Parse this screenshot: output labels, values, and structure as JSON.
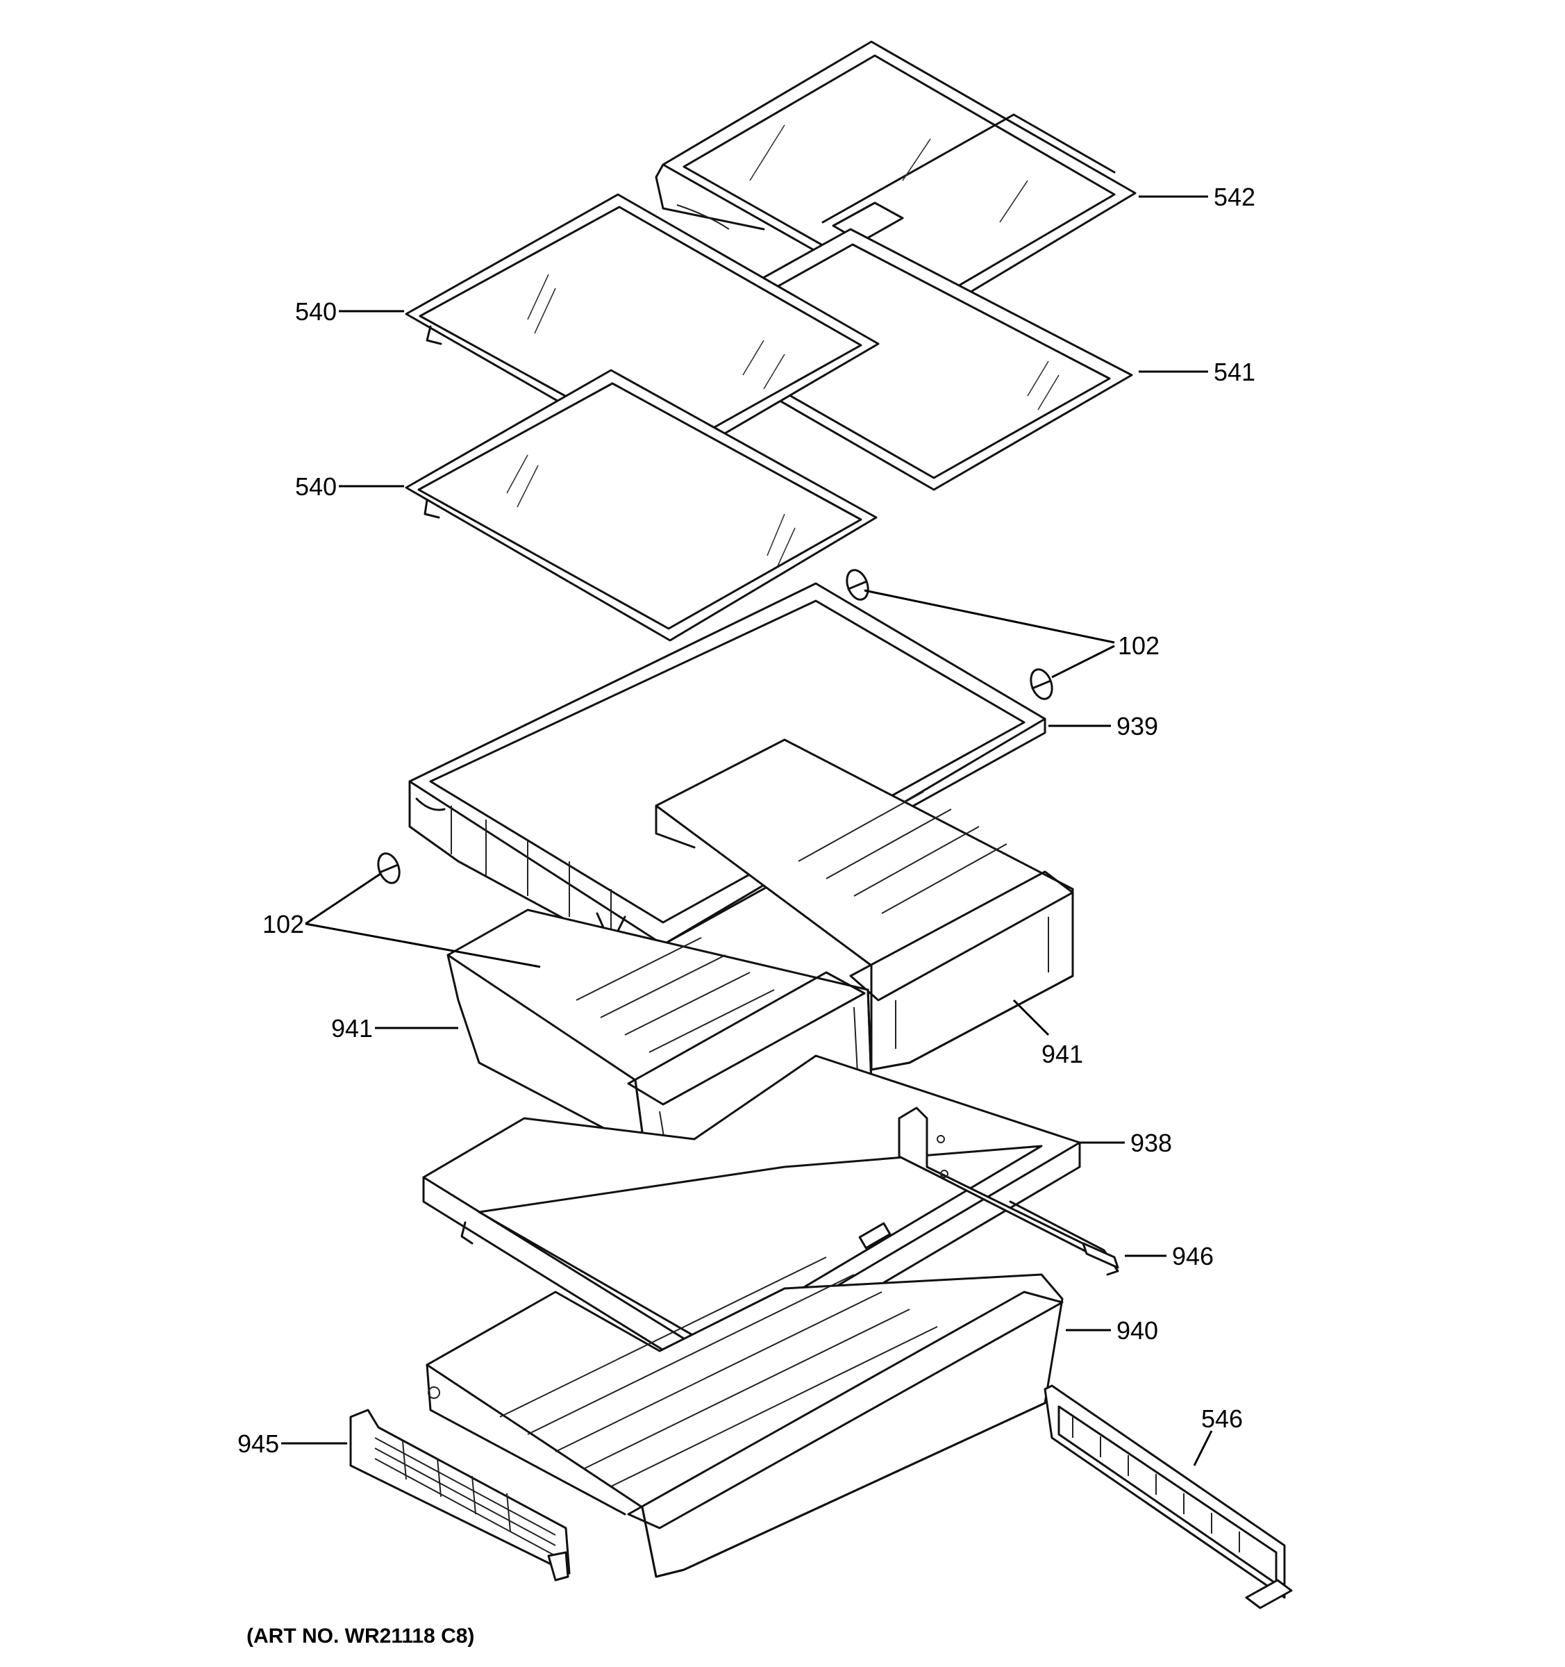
{
  "diagram": {
    "art_number": "(ART NO. WR21118 C8)",
    "labels": {
      "p542": "542",
      "p540a": "540",
      "p541": "541",
      "p540b": "540",
      "p102a": "102",
      "p939": "939",
      "p102b": "102",
      "p941a": "941",
      "p941b": "941",
      "p938": "938",
      "p946": "946",
      "p940": "940",
      "p945": "945",
      "p546": "546"
    }
  }
}
